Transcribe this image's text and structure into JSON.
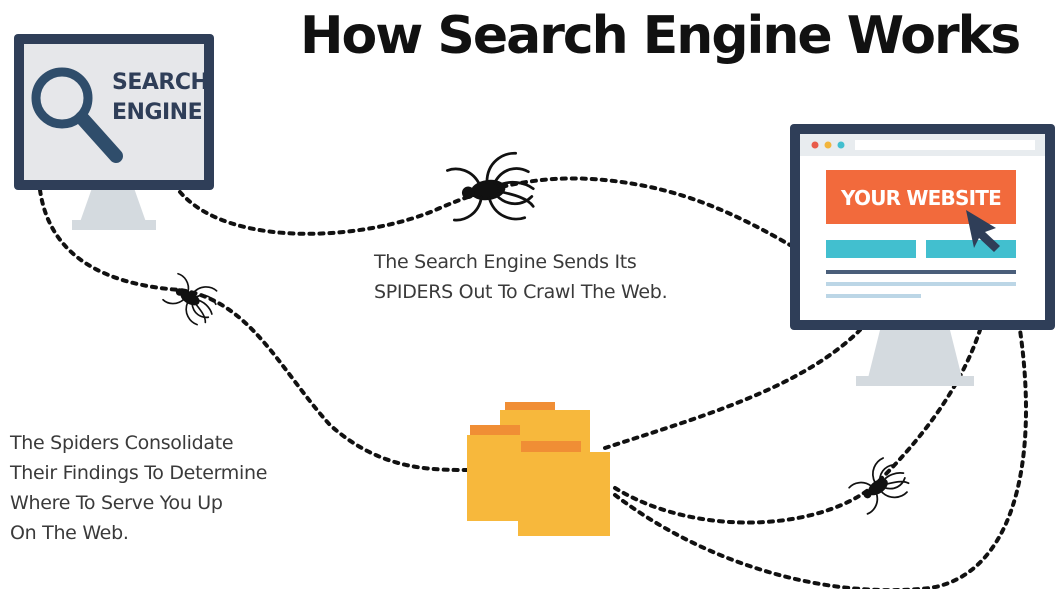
{
  "title": "How Search Engine Works",
  "search_monitor": {
    "label_line1": "SEARCH",
    "label_line2": "ENGINE",
    "icon": "magnifier-icon"
  },
  "website_monitor": {
    "button_label": "YOUR WEBSITE",
    "icon": "cursor-arrow-icon"
  },
  "captions": {
    "spiders_sent": [
      "The Search Engine Sends Its",
      "SPIDERS Out To Crawl The Web."
    ],
    "spiders_consolidate": [
      "The Spiders Consolidate",
      "Their Findings To Determine",
      "Where To Serve You Up",
      "On The Web."
    ]
  },
  "icons": [
    "spider-icon",
    "folder-icon",
    "monitor-icon"
  ],
  "colors": {
    "monitor_frame": "#2f3e58",
    "screen_bg": "#e6e7ea",
    "stand": "#d4dadf",
    "magnifier": "#2f4d6b",
    "orange_button": "#f26a3c",
    "teal_bar": "#42bfcf",
    "folder": "#f7b83c",
    "folder_tab": "#f08e35"
  }
}
